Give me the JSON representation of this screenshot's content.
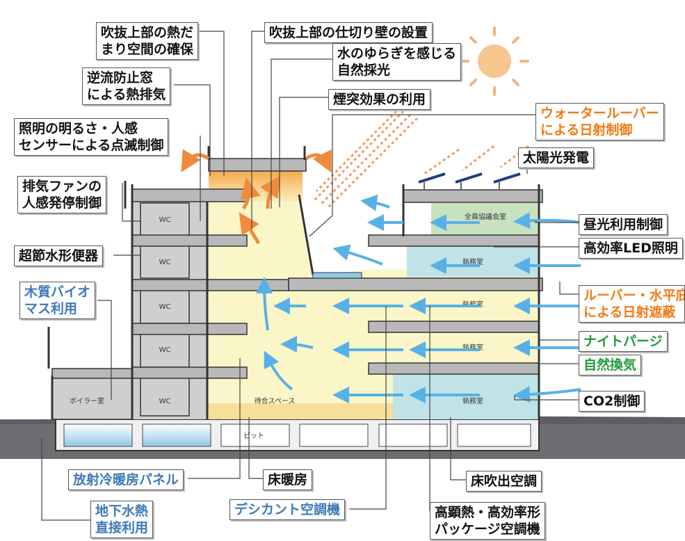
{
  "callouts": {
    "atrium_heat_pool": [
      "吹抜上部の熱だ",
      "まり空間の確保"
    ],
    "atrium_partition": "吹抜上部の仕切り壁の設置",
    "water_daylight": [
      "水のゆらぎを感じる",
      "自然採光"
    ],
    "backflow_window": [
      "逆流防止窓",
      "による熱排気"
    ],
    "stack_effect": "煙突効果の利用",
    "water_louver": [
      "ウォータールーバー",
      "による日射制御"
    ],
    "lighting_sensor": [
      "照明の明るさ・人感",
      "センサーによる点滅制御"
    ],
    "solar_power": "太陽光発電",
    "exhaust_fan": [
      "排気ファンの",
      "人感発停制御"
    ],
    "daylight_control": "昼光利用制御",
    "high_eff_led": "高効率LED照明",
    "toilet": "超節水形便器",
    "biomass": [
      "木質バイオ",
      "マス利用"
    ],
    "louver_shade": [
      "ルーバー・水平庇",
      "による日射遮蔽"
    ],
    "night_purge": "ナイトパージ",
    "natural_vent": "自然換気",
    "co2_control": "CO2制御",
    "radiant_panel": "放射冷暖房パネル",
    "floor_heating": "床暖房",
    "floor_ac": "床吹出空調",
    "desiccant": "デシカント空調機",
    "groundwater": [
      "地下水熱",
      "直接利用"
    ],
    "package_ac": [
      "高顕熱・高効率形",
      "パッケージ空調機"
    ]
  },
  "rooms": {
    "wc": "WC",
    "conference": "全員協議会室",
    "office": "執務室",
    "waiting": "待合スペース",
    "boiler": "ボイラー室",
    "pit": "ピット"
  },
  "colors": {
    "orange_text": "#f07a14",
    "blue_text": "#3c79b8",
    "green_text": "#1d9a3a",
    "atrium": "#fbf6c8",
    "office_blue": "#bfe3e6",
    "conference_green": "#c8e2bf",
    "ground": "#6e6e72",
    "wc_gray": "#cfcfcf",
    "airflow_arrow": "#58b1e6",
    "heat_arrow": "#f08a3c"
  },
  "icons": [
    "sun-icon"
  ]
}
